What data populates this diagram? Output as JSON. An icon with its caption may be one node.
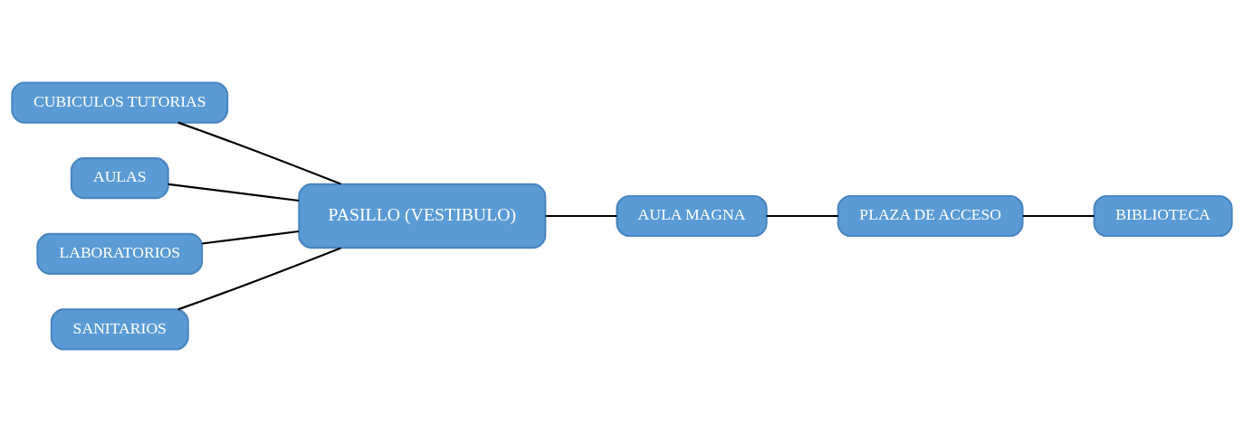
{
  "diagram": {
    "nodes": [
      {
        "text": [
          "CUBICULOS TUTORIAS"
        ]
      },
      {
        "text": [
          "AULAS"
        ]
      },
      {
        "text": [
          "PASILLO (VESTIBULO)"
        ]
      },
      {
        "text": [
          "LABORATORIOS"
        ]
      },
      {
        "text": [
          "PLAZA DE ACCESO"
        ]
      },
      {
        "text": [
          "SANITARIOS"
        ]
      },
      {
        "text": [
          "AULA MAGNA"
        ]
      },
      {
        "text": [
          "BIBLIOTECA"
        ]
      }
    ],
    "edges": [
      {
        "from": 1,
        "to": 2,
        "arrow": "none"
      },
      {
        "from": 0,
        "to": 2,
        "arrow": "none"
      },
      {
        "from": 3,
        "to": 2,
        "arrow": "none"
      },
      {
        "from": 5,
        "to": 2,
        "arrow": "none"
      },
      {
        "from": 2,
        "to": 6,
        "arrow": "none"
      },
      {
        "from": 6,
        "to": 4,
        "arrow": "none"
      },
      {
        "from": 4,
        "to": 7,
        "arrow": "none"
      }
    ]
  }
}
